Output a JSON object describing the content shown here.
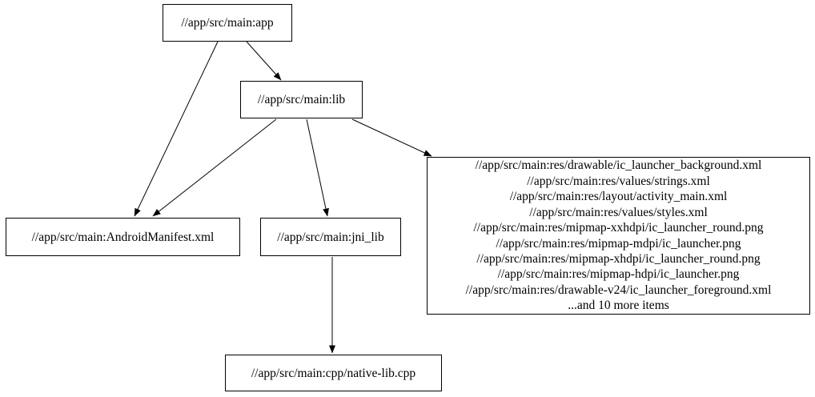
{
  "diagram": {
    "type": "dependency-graph",
    "background_color": "#ffffff",
    "node_border_color": "#000000",
    "edge_color": "#000000",
    "text_color": "#000000",
    "nodes": {
      "app": {
        "label": "//app/src/main:app"
      },
      "lib": {
        "label": "//app/src/main:lib"
      },
      "android_manifest": {
        "label": "//app/src/main:AndroidManifest.xml"
      },
      "jni_lib": {
        "label": "//app/src/main:jni_lib"
      },
      "native_lib_cpp": {
        "label": "//app/src/main:cpp/native-lib.cpp"
      },
      "resources": {
        "lines": [
          "//app/src/main:res/drawable/ic_launcher_background.xml",
          "//app/src/main:res/values/strings.xml",
          "//app/src/main:res/layout/activity_main.xml",
          "//app/src/main:res/values/styles.xml",
          "//app/src/main:res/mipmap-xxhdpi/ic_launcher_round.png",
          "//app/src/main:res/mipmap-mdpi/ic_launcher.png",
          "//app/src/main:res/mipmap-xhdpi/ic_launcher_round.png",
          "//app/src/main:res/mipmap-hdpi/ic_launcher.png",
          "//app/src/main:res/drawable-v24/ic_launcher_foreground.xml",
          "...and 10 more items"
        ]
      }
    },
    "edges": [
      {
        "from": "app",
        "to": "android_manifest"
      },
      {
        "from": "app",
        "to": "lib"
      },
      {
        "from": "lib",
        "to": "android_manifest"
      },
      {
        "from": "lib",
        "to": "jni_lib"
      },
      {
        "from": "lib",
        "to": "resources"
      },
      {
        "from": "jni_lib",
        "to": "native_lib_cpp"
      }
    ]
  }
}
